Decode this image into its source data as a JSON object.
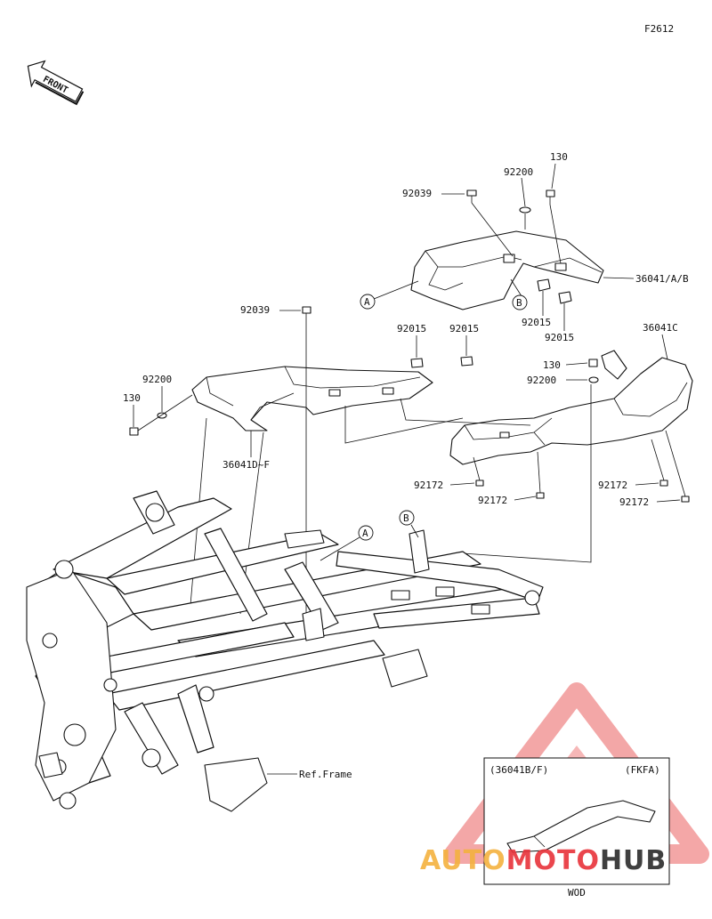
{
  "figure_code": "F2612",
  "front_arrow_label": "FRONT",
  "callouts": {
    "a_upper": "A",
    "b_upper": "B",
    "a_frame": "A",
    "b_frame": "B"
  },
  "part_labels": {
    "p130_top": "130",
    "p92200_top": "92200",
    "p92039_top": "92039",
    "p36041_ab": "36041/A/B",
    "p92015_r1": "92015",
    "p92015_r2": "92015",
    "p92039_mid": "92039",
    "p92015_m1": "92015",
    "p92015_m2": "92015",
    "p36041c": "36041C",
    "p130_right": "130",
    "p92200_right": "92200",
    "p92200_left": "92200",
    "p130_left": "130",
    "p36041d_f": "36041D~F",
    "p92172_a": "92172",
    "p92172_b": "92172",
    "p92172_c": "92172",
    "p92172_d": "92172",
    "ref_frame": "Ref.Frame"
  },
  "inset": {
    "model_label": "(36041B/F)",
    "market_label": "(FKFA)",
    "caption": "WOD"
  },
  "watermark": {
    "part1": "AUTO",
    "part2": "MOTO",
    "part3": "HUB",
    "color_primary": "#e8333a",
    "color_secondary": "#f4b23f"
  }
}
